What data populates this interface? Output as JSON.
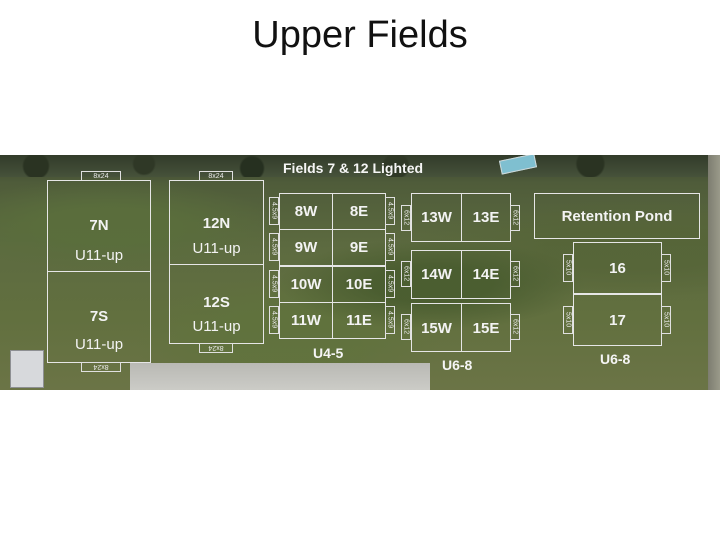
{
  "page": {
    "title": "Upper Fields"
  },
  "map": {
    "lighted_note": "Fields 7 & 12 Lighted",
    "pond_label": "Retention Pond",
    "group_labels": {
      "u45": "U4-5",
      "u68_left": "U6-8",
      "u68_right": "U6-8"
    },
    "fields": {
      "f7n": {
        "name": "7N",
        "age": "U11-up"
      },
      "f7s": {
        "name": "7S",
        "age": "U11-up"
      },
      "f12n": {
        "name": "12N",
        "age": "U11-up"
      },
      "f12s": {
        "name": "12S",
        "age": "U11-up"
      },
      "f8w": "8W",
      "f8e": "8E",
      "f9w": "9W",
      "f9e": "9E",
      "f10w": "10W",
      "f10e": "10E",
      "f11w": "11W",
      "f11e": "11E",
      "f13w": "13W",
      "f13e": "13E",
      "f14w": "14W",
      "f14e": "14E",
      "f15w": "15W",
      "f15e": "15E",
      "f16": "16",
      "f17": "17"
    },
    "goals": {
      "g8x24": "8x24",
      "g45x9": "4.5x9",
      "g6x12": "6x12",
      "g5x10": "5x10"
    }
  }
}
